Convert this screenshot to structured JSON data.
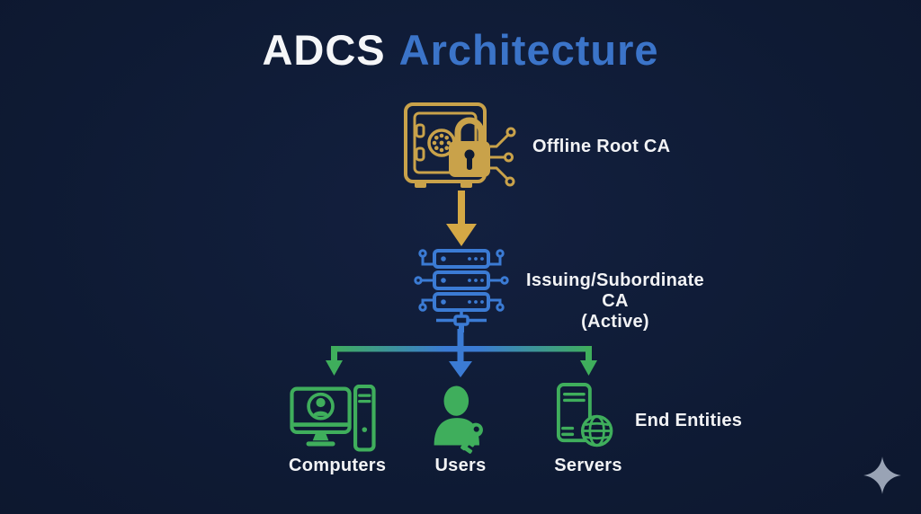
{
  "title": {
    "part1": "ADCS",
    "part2": "Architecture"
  },
  "diagram": {
    "root_node": {
      "label": "Offline Root CA",
      "icon": "vault-lock-icon"
    },
    "issuing_node": {
      "label_line1": "Issuing/Subordinate CA",
      "label_line2": "(Active)",
      "icon": "server-rack-circuit-icon"
    },
    "connectors": {
      "root_to_issuing": {
        "icon": "gold-down-arrow-icon"
      },
      "issuing_to_entities": {
        "icon": "branch-arrows-icon",
        "gradient": [
          "#3fae5c",
          "#3b7bd4",
          "#3fae5c"
        ]
      }
    },
    "end_entities": {
      "group_label": "End Entities",
      "items": [
        {
          "label": "Computers",
          "icon": "computer-workstation-icon"
        },
        {
          "label": "Users",
          "icon": "user-key-icon"
        },
        {
          "label": "Servers",
          "icon": "server-globe-icon"
        }
      ]
    }
  },
  "branding": {
    "icon": "sparkle-icon"
  },
  "colors": {
    "background": "#0e1a33",
    "title_accent": "#3b74c9",
    "gold": "#c9a24a",
    "arrow_gold": "#d4a845",
    "blue": "#3b7bd4",
    "green": "#3fae5c",
    "text": "#f2f3f5",
    "sparkle": "#99a3b5"
  }
}
